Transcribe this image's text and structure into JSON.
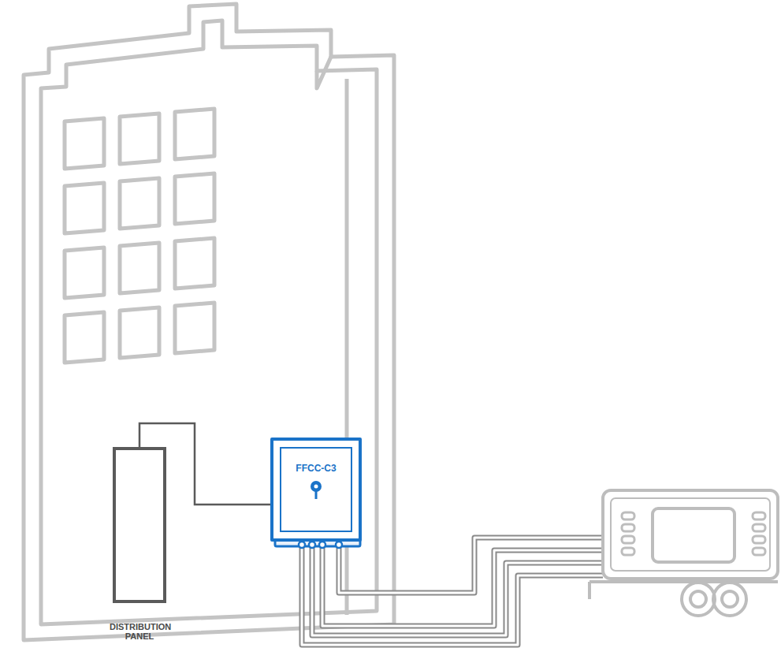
{
  "diagram": {
    "nodes": [
      {
        "text": [
          "DISTRIBUTION PANEL"
        ]
      },
      {
        "text": [
          "FFCC-C3"
        ]
      }
    ],
    "edges": [
      {
        "from": 0,
        "to": 1,
        "arrow": "none"
      }
    ]
  }
}
